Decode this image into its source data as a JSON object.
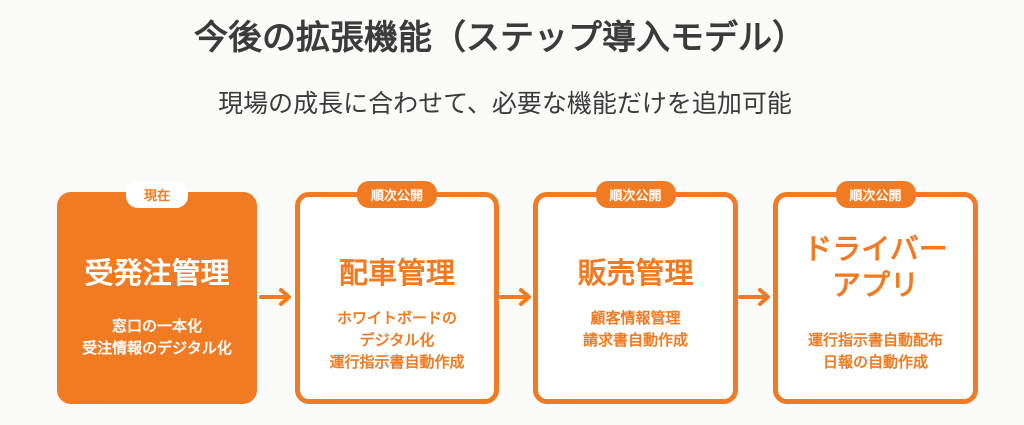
{
  "title": "今後の拡張機能（ステップ導入モデル）",
  "subtitle": "現場の成長に合わせて、必要な機能だけを追加可能",
  "steps": [
    {
      "badge": "現在",
      "name": "受発注管理",
      "desc": [
        "窓口の一本化",
        "受注情報のデジタル化"
      ]
    },
    {
      "badge": "順次公開",
      "name": "配車管理",
      "desc": [
        "ホワイトボードの",
        "デジタル化",
        "運行指示書自動作成"
      ]
    },
    {
      "badge": "順次公開",
      "name": "販売管理",
      "desc": [
        "顧客情報管理",
        "請求書自動作成"
      ]
    },
    {
      "badge": "順次公開",
      "name": [
        "ドライバー",
        "アプリ"
      ],
      "desc": [
        "運行指示書自動配布",
        "日報の自動作成"
      ]
    }
  ],
  "colors": {
    "accent": "#f07b22",
    "text": "#3b3b3b"
  }
}
